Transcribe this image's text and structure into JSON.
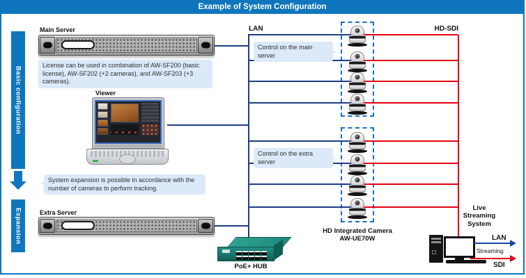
{
  "title": "Example of System Configuration",
  "colors": {
    "accent_blue": "#0f76bd",
    "lan_line": "#1e3d85",
    "sdi_line": "#e60012",
    "bubble_bg": "#dce9f8",
    "dashed_box": "#1a6ec2",
    "hub_teal": "#1c7f74"
  },
  "side": {
    "basic": "Basic configuration",
    "expansion": "Expansion"
  },
  "bus": {
    "lan_label": "LAN",
    "sdi_label": "HD-SDI"
  },
  "nodes": {
    "main_server": {
      "label": "Main Server"
    },
    "viewer": {
      "label": "Viewer"
    },
    "extra_server": {
      "label": "Extra Server"
    },
    "hub": {
      "label": "PoE+ HUB",
      "port_count": 10
    },
    "cameras": {
      "caption_line1": "HD Integrated Camera",
      "caption_line2": "AW-UE70W",
      "count": 8,
      "groups": 2,
      "per_group": 4
    },
    "streaming": {
      "label": "Live Streaming System",
      "out_lan": "LAN",
      "out_streaming": "Streaming",
      "out_sdi": "SDI"
    }
  },
  "notes": {
    "license": "License can be used in combination of AW-SF200 (basic license), AW-SF202 (+2 cameras), and AW-SF203 (+3 cameras).",
    "control_main": "Control on the main server",
    "control_extra": "Control on the extra server",
    "expansion": "System expansion is possible in accordance with the number of cameras to perform tracking."
  }
}
